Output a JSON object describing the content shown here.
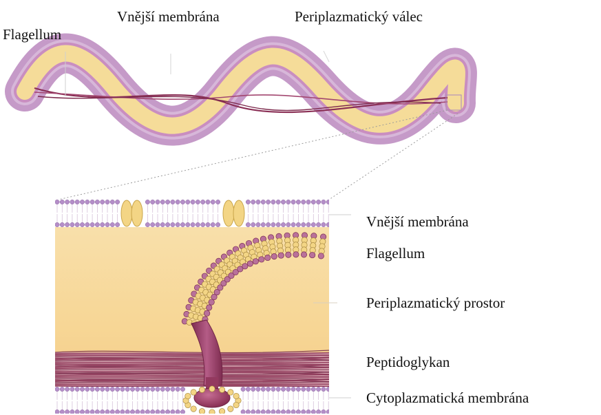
{
  "top_labels": {
    "flagellum": "Flagellum",
    "outer_membrane": "Vnější membrána",
    "periplasmic_cylinder": "Periplazmatický válec"
  },
  "detail_labels": {
    "outer_membrane": "Vnější membrána",
    "flagellum": "Flagellum",
    "periplasmic_space": "Periplazmatický prostor",
    "peptidoglycan": "Peptidoglykan",
    "cytoplasmic_membrane": "Cytoplazmatická membrána"
  },
  "colors": {
    "outer_sheath": "#c79bc8",
    "cylinder": "#f6dc97",
    "flagellum": "#8a2f55",
    "periplasm": "#f6d79a",
    "peptidoglycan": "#8b3556",
    "lipid_head": "#b48ec8",
    "porin": "#f3d585",
    "motor": "#a3476f"
  }
}
